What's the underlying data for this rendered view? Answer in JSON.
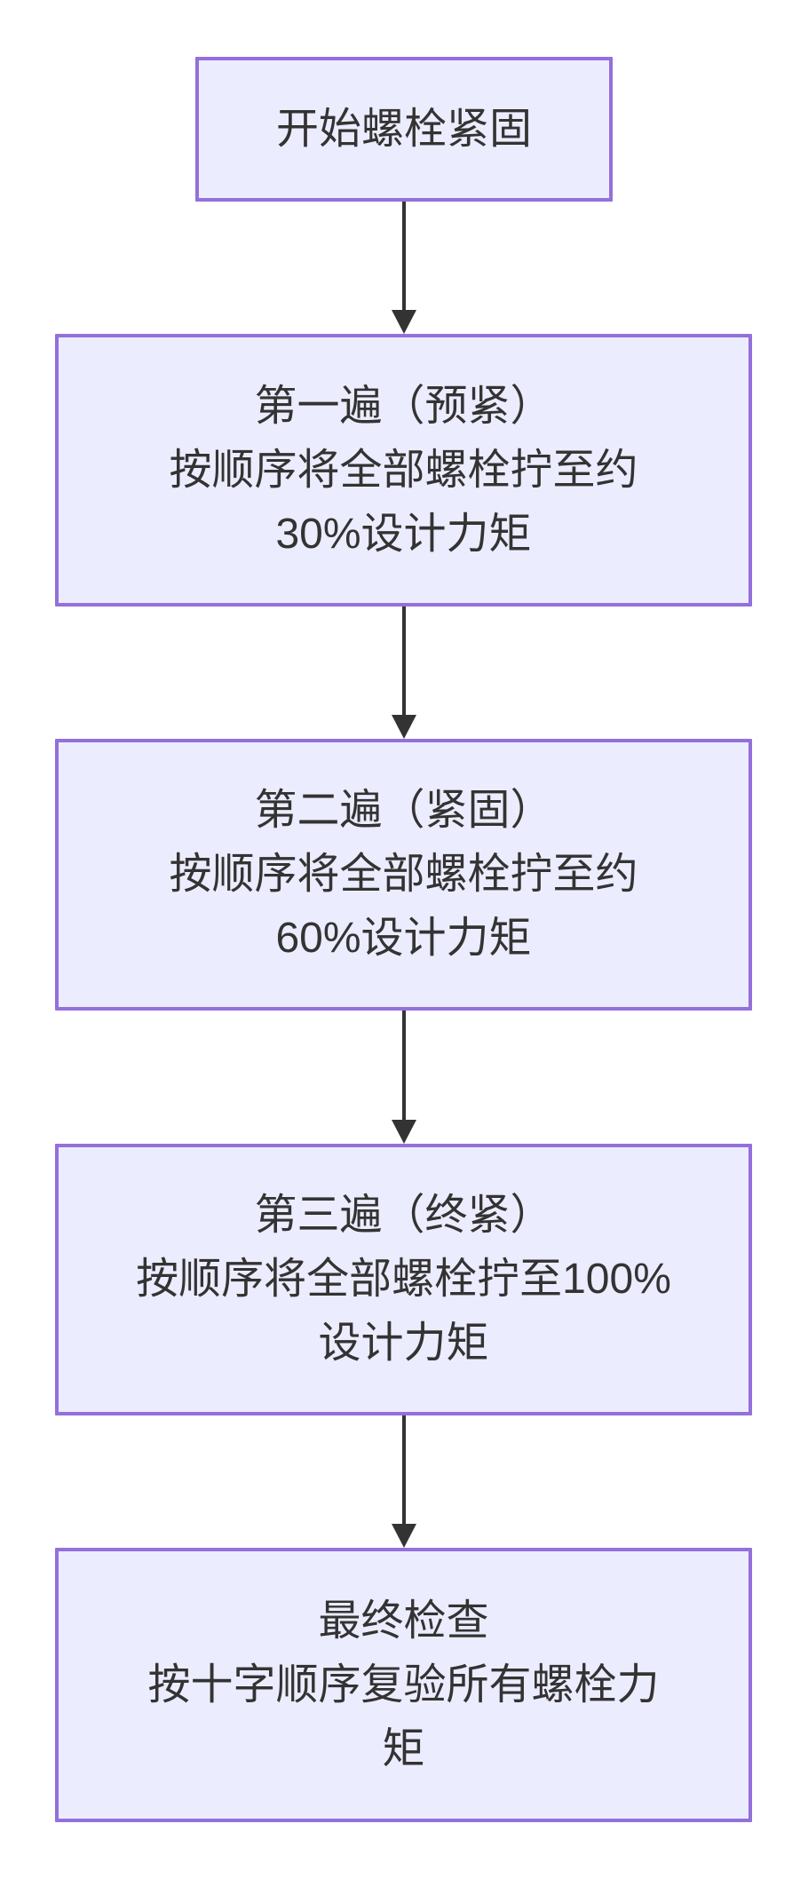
{
  "flowchart": {
    "title_semantic": "bolt-tightening-procedure-flowchart",
    "colors": {
      "node_fill": "#ECECFF",
      "node_border": "#9370DB",
      "text": "#333333",
      "arrow": "#333333",
      "background": "#FFFFFF"
    },
    "nodes": [
      {
        "id": "start",
        "lines": [
          "开始螺栓紧固"
        ]
      },
      {
        "id": "pass1",
        "lines": [
          "第一遍（预紧）",
          "按顺序将全部螺栓拧至约",
          "30%设计力矩"
        ]
      },
      {
        "id": "pass2",
        "lines": [
          "第二遍（紧固）",
          "按顺序将全部螺栓拧至约",
          "60%设计力矩"
        ]
      },
      {
        "id": "pass3",
        "lines": [
          "第三遍（终紧）",
          "按顺序将全部螺栓拧至100%",
          "设计力矩"
        ]
      },
      {
        "id": "final",
        "lines": [
          "最终检查",
          "按十字顺序复验所有螺栓力",
          "矩"
        ]
      }
    ],
    "edges": [
      {
        "from": "start",
        "to": "pass1"
      },
      {
        "from": "pass1",
        "to": "pass2"
      },
      {
        "from": "pass2",
        "to": "pass3"
      },
      {
        "from": "pass3",
        "to": "final"
      }
    ]
  }
}
